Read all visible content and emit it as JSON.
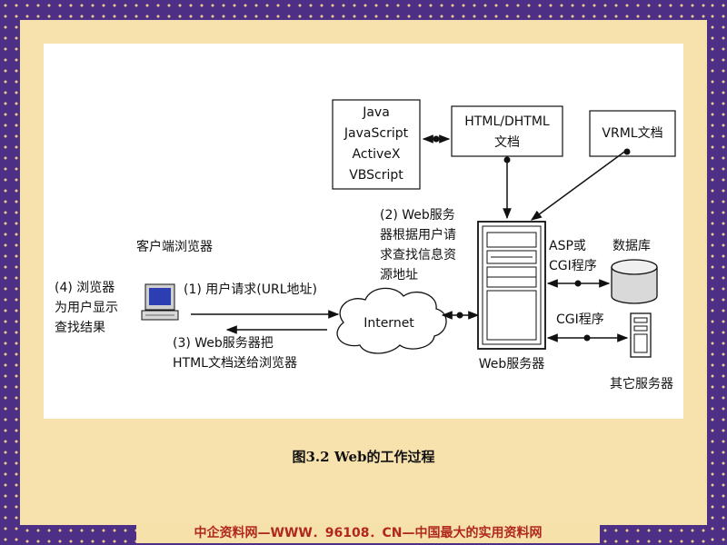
{
  "diagram": {
    "tech_box": [
      "Java",
      "JavaScript",
      "ActiveX",
      "VBScript"
    ],
    "html_box": [
      "HTML/DHTML",
      "文档"
    ],
    "vrml_box": "VRML文档",
    "client_label": "客户端浏览器",
    "step4_label": [
      "(4) 浏览器",
      "为用户显示",
      "查找结果"
    ],
    "step1_label": "(1) 用户请求(URL地址)",
    "step3_label": [
      "(3) Web服务器把",
      "HTML文档送给浏览器"
    ],
    "internet_label": "Internet",
    "step2_label": [
      "(2) Web服务",
      "器根据用户请",
      "求查找信息资",
      "源地址"
    ],
    "server_label": "Web服务器",
    "asp_label": [
      "ASP或",
      "CGI程序"
    ],
    "database_label": "数据库",
    "cgi_label": "CGI程序",
    "other_servers_label": "其它服务器"
  },
  "caption": "图3.2  Web的工作过程",
  "footer": "中企资料网—WWW．96108．CN—中国最大的实用资料网",
  "colors": {
    "border_purple": "#4e2f86",
    "background_tan": "#f7e1aa",
    "footer_red": "#b0271e",
    "monitor_blue": "#2b3fb3"
  }
}
